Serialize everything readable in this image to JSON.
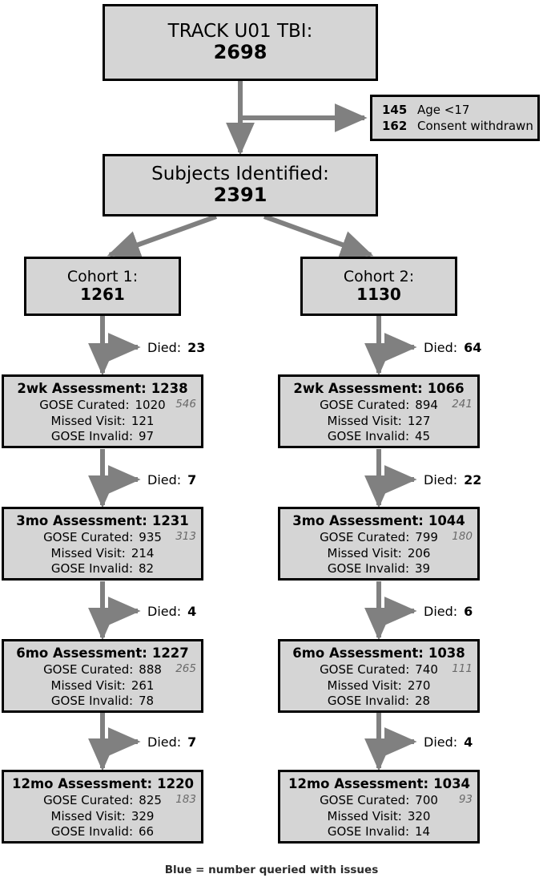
{
  "figure": {
    "caption": "Blue = number queried with issues"
  },
  "nodes": {
    "track": {
      "title": "TRACK U01 TBI:",
      "count": "2698"
    },
    "identified": {
      "title": "Subjects Identified:",
      "count": "2391"
    },
    "cohort1": {
      "title": "Cohort 1:",
      "count": "1261"
    },
    "cohort2": {
      "title": "Cohort 2:",
      "count": "1130"
    }
  },
  "exclusions": {
    "rows": [
      {
        "n": "145",
        "label": "Age <17"
      },
      {
        "n": "162",
        "label": "Consent withdrawn"
      }
    ]
  },
  "labels": {
    "died": "Died:",
    "gose_curated": "GOSE Curated:",
    "missed_visit": "Missed Visit:",
    "gose_invalid": "GOSE Invalid:"
  },
  "cohort1_flow": [
    {
      "died": "23",
      "head": "2wk Assessment:",
      "head_value": "1238",
      "gose_curated": "1020",
      "gose_curated_queried": "546",
      "missed_visit": "121",
      "gose_invalid": "97"
    },
    {
      "died": "7",
      "head": "3mo Assessment:",
      "head_value": "1231",
      "gose_curated": "935",
      "gose_curated_queried": "313",
      "missed_visit": "214",
      "gose_invalid": "82"
    },
    {
      "died": "4",
      "head": "6mo Assessment:",
      "head_value": "1227",
      "gose_curated": "888",
      "gose_curated_queried": "265",
      "missed_visit": "261",
      "gose_invalid": "78"
    },
    {
      "died": "7",
      "head": "12mo Assessment:",
      "head_value": "1220",
      "gose_curated": "825",
      "gose_curated_queried": "183",
      "missed_visit": "329",
      "gose_invalid": "66"
    }
  ],
  "cohort2_flow": [
    {
      "died": "64",
      "head": "2wk Assessment:",
      "head_value": "1066",
      "gose_curated": "894",
      "gose_curated_queried": "241",
      "missed_visit": "127",
      "gose_invalid": "45"
    },
    {
      "died": "22",
      "head": "3mo Assessment:",
      "head_value": "1044",
      "gose_curated": "799",
      "gose_curated_queried": "180",
      "missed_visit": "206",
      "gose_invalid": "39"
    },
    {
      "died": "6",
      "head": "6mo Assessment:",
      "head_value": "1038",
      "gose_curated": "740",
      "gose_curated_queried": "111",
      "missed_visit": "270",
      "gose_invalid": "28"
    },
    {
      "died": "4",
      "head": "12mo Assessment:",
      "head_value": "1034",
      "gose_curated": "700",
      "gose_curated_queried": "93",
      "missed_visit": "320",
      "gose_invalid": "14"
    }
  ],
  "style": {
    "box_fill": "#d5d5d5",
    "box_border": "#000000",
    "arrow_color": "#808080",
    "queried_color": "#6a6a6a"
  }
}
